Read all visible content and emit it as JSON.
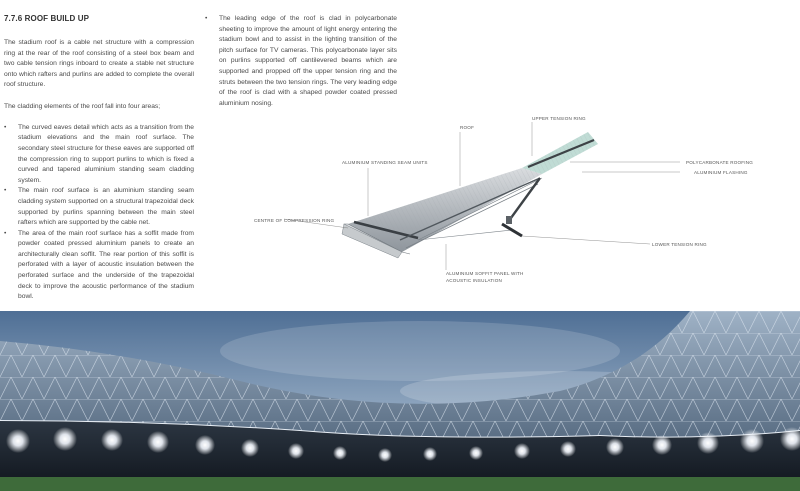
{
  "section": {
    "heading": "7.7.6 ROOF BUILD UP"
  },
  "left_column": {
    "intro": "The stadium roof is a cable net structure with a compression ring at the rear of the roof consisting of a steel box beam and two cable tension rings inboard to create a stable net structure onto which rafters and purlins are added to complete the overall roof structure.",
    "areas_intro": "The cladding elements of the roof fall into four areas;",
    "bullets": [
      "The curved eaves detail which acts as a transition from the stadium elevations and the main roof surface. The secondary steel structure for these eaves are supported off the compression ring to support purlins to which is fixed a curved and tapered aluminium standing seam cladding system.",
      "The main roof surface is an aluminium standing seam cladding system supported on a structural trapezoidal deck supported by purlins spanning between the main steel rafters which are supported by the cable net.",
      "The area of the main roof surface has a soffit made from powder coated pressed aluminium panels to create an architecturally clean soffit. The rear portion of this soffit is perforated with a layer of acoustic insulation between the perforated surface and the underside of the trapezoidal deck to improve the acoustic performance of the stadium bowl."
    ]
  },
  "right_column": {
    "bullet": "The leading edge of the roof is clad in polycarbonate sheeting to improve the amount of light energy entering the stadium bowl and to assist in the lighting transition of the pitch surface for TV cameras. This polycarbonate layer sits on purlins supported off cantilevered beams which are supported and propped off the upper tension ring and the struts between the two tension rings. The very leading edge of the roof is clad with a shaped powder coated pressed aluminium nosing."
  },
  "diagram": {
    "labels": {
      "roof": "ROOF",
      "upper_tension_ring": "UPPER TENSION RING",
      "aluminium_standing_seam": "ALUMINIUM STANDING SEAM UNITS",
      "polycarbonate_roofing": "POLYCARBONATE ROOFING",
      "aluminium_flashing": "ALUMINIUM FLASHING",
      "centre_compression_ring": "CENTRE OF COMPRESSION RING",
      "lower_tension_ring": "LOWER TENSION RING",
      "soffit_line1": "ALUMINIUM SOFFIT PANEL WITH",
      "soffit_line2": "ACOUSTIC INSULATION"
    }
  },
  "colors": {
    "text": "#4a4a4a",
    "sky": "#5f7fa3",
    "pitch": "#3e6b3a",
    "polycarbonate": "#b9d8d0"
  }
}
